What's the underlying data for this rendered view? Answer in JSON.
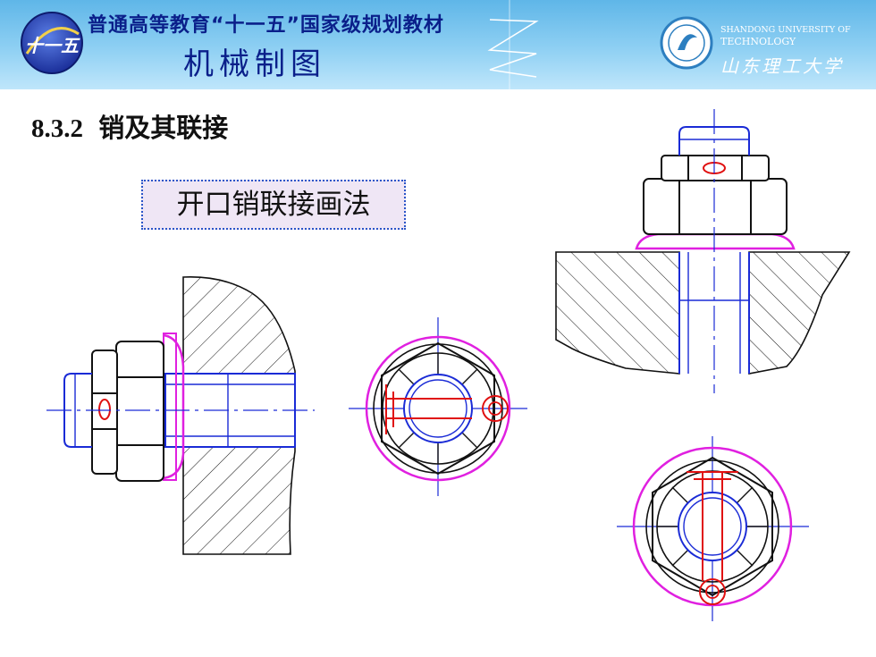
{
  "header": {
    "series_title": "普通高等教育“十一五”国家级规划教材",
    "course_title": "机械制图",
    "logo_text": "十一五",
    "university_en_line1": "SHANDONG UNIVERSITY OF",
    "university_en_line2": "TECHNOLOGY",
    "university_cn": "山东理工大学"
  },
  "section": {
    "number": "8.3.2",
    "title": "销及其联接"
  },
  "drawing": {
    "label": "开口销联接画法"
  },
  "colors": {
    "banner_top": "#5fb6e8",
    "outline": "#000000",
    "centerline": "#1a2bd6",
    "washer": "#e020e0",
    "cotter_pin": "#e01010",
    "label_border": "#2a55c8",
    "label_fill": "#efe6f5"
  }
}
